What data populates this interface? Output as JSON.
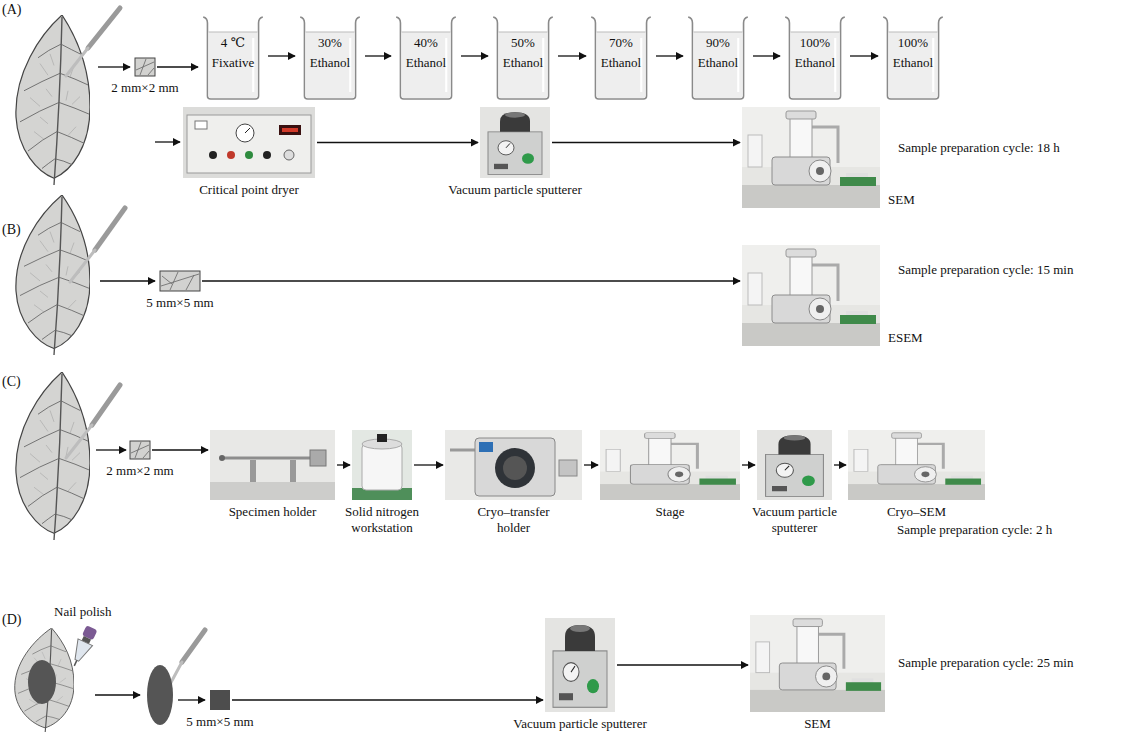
{
  "diagram": {
    "nodes": [
      {
        "text": [
          "2 mm×2 mm"
        ]
      },
      {
        "text": [
          "4 ℃",
          "Fixative"
        ]
      },
      {
        "text": [
          "30%",
          "Ethanol"
        ]
      },
      {
        "text": [
          "40%",
          "Ethanol"
        ]
      },
      {
        "text": [
          "50%",
          "Ethanol"
        ]
      },
      {
        "text": [
          "70%",
          "Ethanol"
        ]
      },
      {
        "text": [
          "90%",
          "Ethanol"
        ]
      },
      {
        "text": [
          "100%",
          "Ethanol"
        ]
      },
      {
        "text": [
          "100%",
          "Ethanol"
        ]
      },
      {
        "text": [
          "Critical point dryer"
        ]
      },
      {
        "text": [
          "Vacuum particle sputterer"
        ]
      },
      {
        "text": [
          "SEM"
        ]
      },
      {
        "text": [
          "5 mm×5 mm"
        ]
      },
      {
        "text": [
          "ESEM"
        ]
      },
      {
        "text": [
          "2 mm×2 mm"
        ]
      },
      {
        "text": [
          "Specimen holder"
        ]
      },
      {
        "text": [
          "Solid nitrogen workstation"
        ]
      },
      {
        "text": [
          "Cryo–transfer holder"
        ]
      },
      {
        "text": [
          "Stage"
        ]
      },
      {
        "text": [
          "Vacuum particle sputterer"
        ]
      },
      {
        "text": [
          "Cryo–SEM"
        ]
      },
      {
        "text": [
          "5 mm×5 mm"
        ]
      },
      {
        "text": [
          "Vacuum particle sputterer"
        ]
      },
      {
        "text": [
          "SEM"
        ]
      }
    ],
    "edges": [
      {
        "from": 0,
        "to": 1,
        "arrow": "to"
      },
      {
        "from": 1,
        "to": 2,
        "arrow": "to"
      },
      {
        "from": 2,
        "to": 3,
        "arrow": "to"
      },
      {
        "from": 3,
        "to": 4,
        "arrow": "to"
      },
      {
        "from": 4,
        "to": 5,
        "arrow": "to"
      },
      {
        "from": 5,
        "to": 6,
        "arrow": "to"
      },
      {
        "from": 6,
        "to": 7,
        "arrow": "to"
      },
      {
        "from": 7,
        "to": 8,
        "arrow": "to"
      },
      {
        "from": 9,
        "to": 10,
        "arrow": "to"
      },
      {
        "from": 10,
        "to": 11,
        "arrow": "to"
      },
      {
        "from": 12,
        "to": 13,
        "arrow": "to"
      },
      {
        "from": 14,
        "to": 15,
        "arrow": "to"
      },
      {
        "from": 15,
        "to": 16,
        "arrow": "to"
      },
      {
        "from": 16,
        "to": 17,
        "arrow": "to"
      },
      {
        "from": 17,
        "to": 18,
        "arrow": "to"
      },
      {
        "from": 18,
        "to": 19,
        "arrow": "to"
      },
      {
        "from": 19,
        "to": 20,
        "arrow": "to"
      },
      {
        "from": 21,
        "to": 22,
        "arrow": "to"
      },
      {
        "from": 22,
        "to": 23,
        "arrow": "to"
      }
    ],
    "labels": [
      "(A)",
      "Sample preparation cycle: 18 h",
      "(B)",
      "Sample preparation cycle: 15 min",
      "(C)",
      "Sample preparation cycle: 2 h",
      "(D)",
      "Nail polish",
      "Sample preparation cycle: 25 min"
    ]
  }
}
